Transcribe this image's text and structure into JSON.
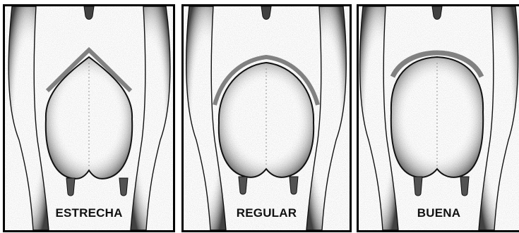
{
  "panels": [
    {
      "id": "estrecha",
      "label": "ESTRECHA"
    },
    {
      "id": "regular",
      "label": "REGULAR"
    },
    {
      "id": "buena",
      "label": "BUENA"
    }
  ],
  "colors": {
    "ink": "#111111",
    "stipple": "#333333",
    "border": "#000000",
    "background": "#ffffff"
  }
}
